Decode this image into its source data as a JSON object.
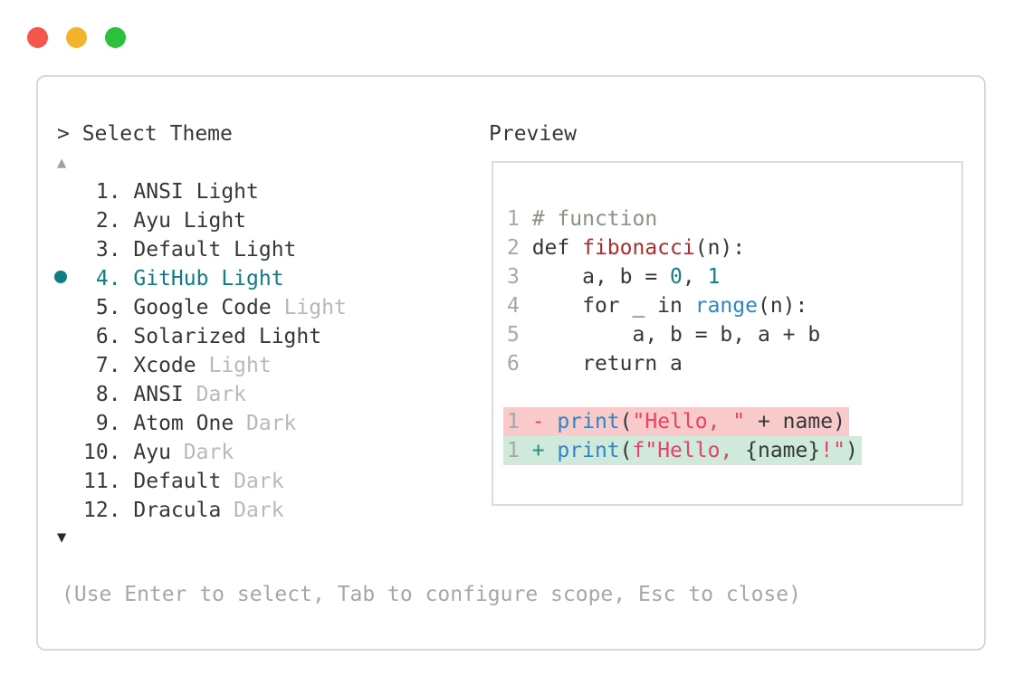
{
  "window": {
    "traffic_lights": {
      "close_color": "#f2564d",
      "minimize_color": "#f3b32b",
      "zoom_color": "#2bc13c"
    }
  },
  "colors": {
    "accent_teal": "#0e7d85",
    "text_dark": "#34383b",
    "text_gray": "#a4a8ab",
    "text_dim_suffix": "#b6b9bb",
    "comment": "#8b9183",
    "function_red": "#ab2d2d",
    "number_teal": "#0f7f8b",
    "builtin_blue": "#3084c9",
    "string_crimson": "#ea4168",
    "diff_plus_teal": "#2b8c7d",
    "diff_removed_bg": "#f9caca",
    "diff_added_bg": "#cfe9da",
    "panel_border": "#d8d8d8",
    "preview_border": "#dcdcdc"
  },
  "theme_picker": {
    "prompt": "> Select Theme",
    "scroll_up_icon": "▲",
    "scroll_down_icon": "▼",
    "items": [
      {
        "num": " 1. ",
        "name": "ANSI Light",
        "dim": ""
      },
      {
        "num": " 2. ",
        "name": "Ayu Light",
        "dim": ""
      },
      {
        "num": " 3. ",
        "name": "Default Light",
        "dim": ""
      },
      {
        "num": " 4. ",
        "name": "GitHub Light",
        "dim": "",
        "selected": true
      },
      {
        "num": " 5. ",
        "name": "Google Code ",
        "dim": "Light"
      },
      {
        "num": " 6. ",
        "name": "Solarized Light",
        "dim": ""
      },
      {
        "num": " 7. ",
        "name": "Xcode ",
        "dim": "Light"
      },
      {
        "num": " 8. ",
        "name": "ANSI ",
        "dim": "Dark"
      },
      {
        "num": " 9. ",
        "name": "Atom One ",
        "dim": "Dark"
      },
      {
        "num": "10. ",
        "name": "Ayu ",
        "dim": "Dark"
      },
      {
        "num": "11. ",
        "name": "Default ",
        "dim": "Dark"
      },
      {
        "num": "12. ",
        "name": "Dracula ",
        "dim": "Dark"
      }
    ],
    "help": "(Use Enter to select, Tab to configure scope, Esc to close)"
  },
  "preview": {
    "label": "Preview",
    "code": [
      {
        "segs": [
          {
            "t": "1 "
          },
          {
            "t": "# function"
          }
        ]
      },
      {
        "segs": [
          {
            "t": "2 "
          },
          {
            "t": "def "
          },
          {
            "t": "fibonacci"
          },
          {
            "t": "(n):"
          }
        ]
      },
      {
        "segs": [
          {
            "t": "3 "
          },
          {
            "t": "    a, b = "
          },
          {
            "t": "0"
          },
          {
            "t": ", "
          },
          {
            "t": "1"
          }
        ]
      },
      {
        "segs": [
          {
            "t": "4 "
          },
          {
            "t": "    for _ in "
          },
          {
            "t": "range"
          },
          {
            "t": "(n):"
          }
        ]
      },
      {
        "segs": [
          {
            "t": "5 "
          },
          {
            "t": "        a, b = b, a + b"
          }
        ]
      },
      {
        "segs": [
          {
            "t": "6 "
          },
          {
            "t": "    return a"
          }
        ]
      }
    ],
    "diff_removed": {
      "segs": [
        {
          "t": "1 "
        },
        {
          "t": "- "
        },
        {
          "t": "print"
        },
        {
          "t": "("
        },
        {
          "t": "\"Hello, \""
        },
        {
          "t": " + name)"
        }
      ]
    },
    "diff_added": {
      "segs": [
        {
          "t": "1 "
        },
        {
          "t": "+ "
        },
        {
          "t": "print"
        },
        {
          "t": "("
        },
        {
          "t": "f\"Hello, "
        },
        {
          "t": "{name}"
        },
        {
          "t": "!\""
        },
        {
          "t": ")"
        }
      ]
    }
  }
}
